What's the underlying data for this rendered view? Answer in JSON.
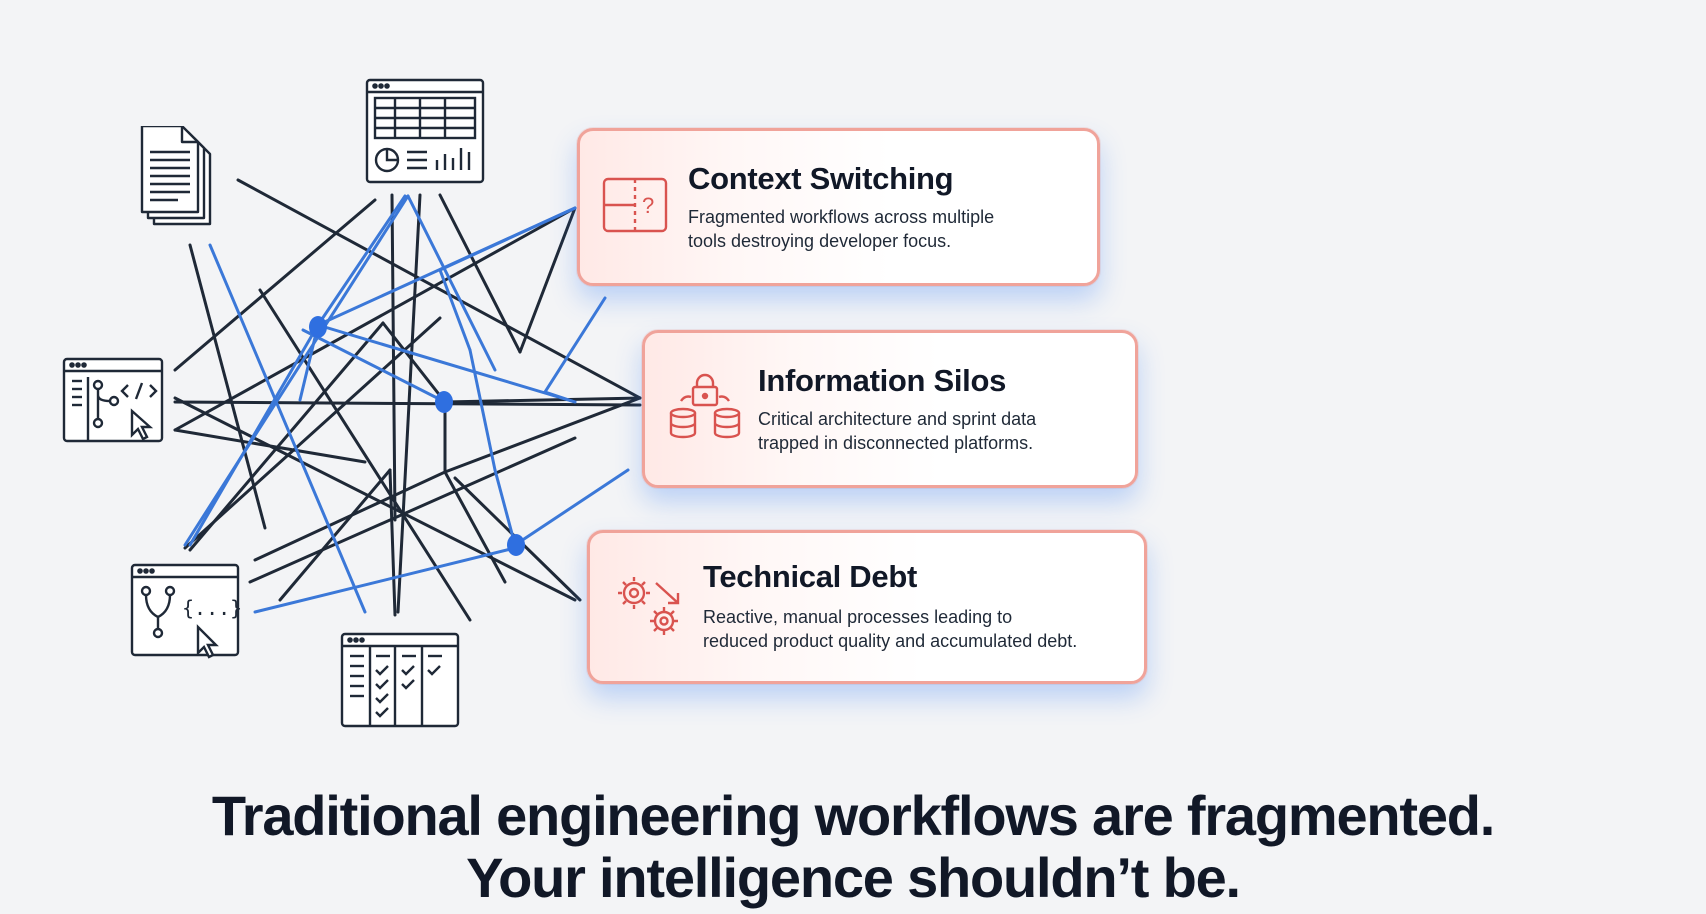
{
  "cards": [
    {
      "title": "Context Switching",
      "desc_line1": "Fragmented workflows across multiple",
      "desc_line2": "tools destroying developer focus.",
      "icon": "split-panel-question-icon"
    },
    {
      "title": "Information Silos",
      "desc_line1": "Critical architecture and sprint data",
      "desc_line2": "trapped in disconnected platforms.",
      "icon": "locked-databases-icon"
    },
    {
      "title": "Technical Debt",
      "desc_line1": "Reactive, manual processes leading to",
      "desc_line2": "reduced product quality and accumulated debt.",
      "icon": "gears-arrow-icon"
    }
  ],
  "headline": {
    "line1": "Traditional engineering workflows are fragmented.",
    "line2": "Your intelligence shouldn’t be."
  },
  "tools": [
    {
      "name": "documents-icon"
    },
    {
      "name": "spreadsheet-dashboard-icon"
    },
    {
      "name": "code-editor-icon"
    },
    {
      "name": "git-branch-code-icon"
    },
    {
      "name": "task-checklist-icon"
    }
  ],
  "colors": {
    "background": "#f3f4f6",
    "card_border": "#f0a39a",
    "accent_red": "#d9534f",
    "line_dark": "#1f2937",
    "line_blue": "#3b78d8",
    "node_blue": "#2f6fe0"
  }
}
